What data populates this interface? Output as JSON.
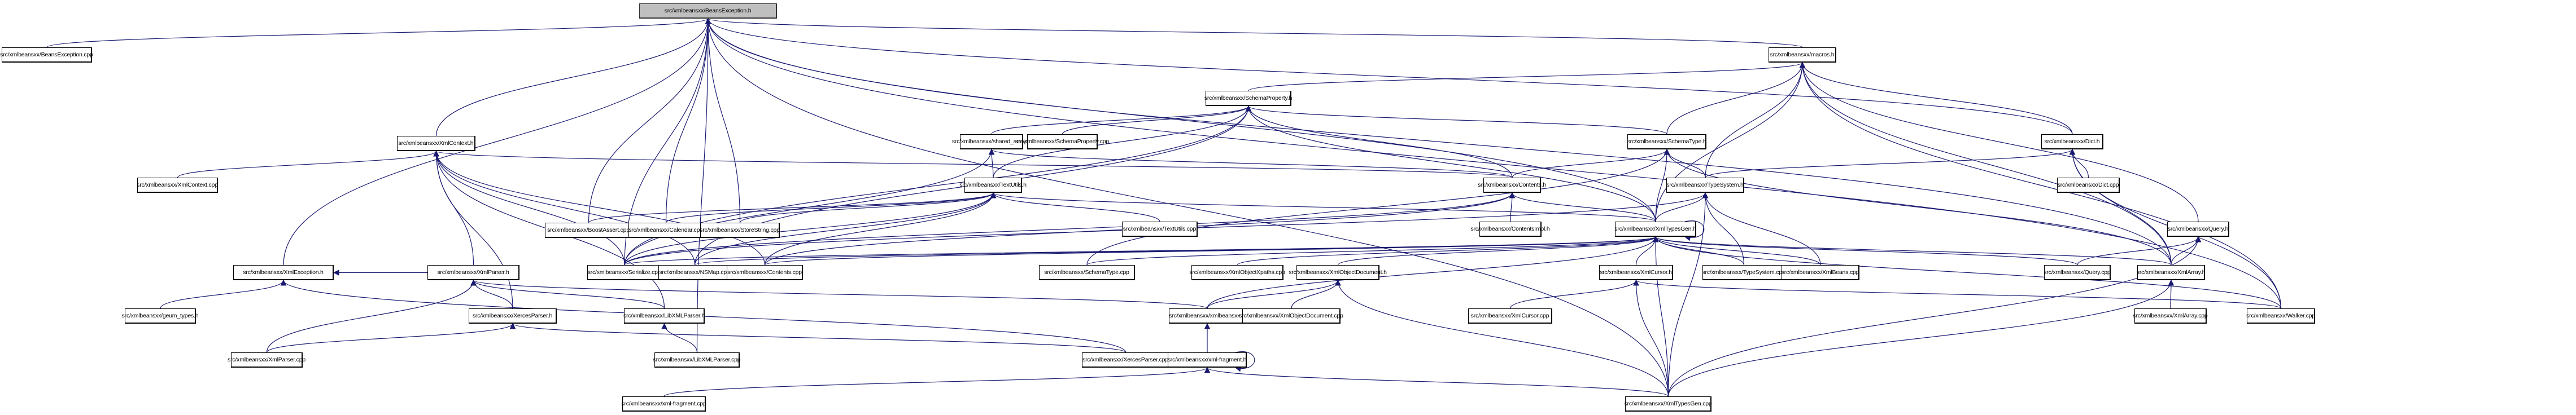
{
  "diagram": {
    "type": "include-dependency-graph",
    "root": "src/xmlbeansxx/BeansException.h",
    "colors": {
      "edge": "#191970",
      "root_fill": "#bfbfbf",
      "node_fill": "#ffffff",
      "node_border": "#000000"
    },
    "nodes": [
      {
        "id": "BeansException_h",
        "label": "src/xmlbeansxx/BeansException.h",
        "root": true
      },
      {
        "id": "BeansException_cpp",
        "label": "src/xmlbeansxx/BeansException.cpp"
      },
      {
        "id": "macros_h",
        "label": "src/xmlbeansxx/macros.h"
      },
      {
        "id": "SchemaProperty_h",
        "label": "src/xmlbeansxx/SchemaProperty.h"
      },
      {
        "id": "XmlContext_h",
        "label": "src/xmlbeansxx/XmlContext.h"
      },
      {
        "id": "shared_array_h",
        "label": "src/xmlbeansxx/shared_array.h"
      },
      {
        "id": "SchemaProperty_cpp",
        "label": "src/xmlbeansxx/SchemaProperty.cpp"
      },
      {
        "id": "SchemaType_h",
        "label": "src/xmlbeansxx/SchemaType.h"
      },
      {
        "id": "Dict_h",
        "label": "src/xmlbeansxx/Dict.h"
      },
      {
        "id": "XmlContext_cpp",
        "label": "src/xmlbeansxx/XmlContext.cpp"
      },
      {
        "id": "TextUtils_h",
        "label": "src/xmlbeansxx/TextUtils.h"
      },
      {
        "id": "Contents_h",
        "label": "src/xmlbeansxx/Contents.h"
      },
      {
        "id": "TypeSystem_h",
        "label": "src/xmlbeansxx/TypeSystem.h"
      },
      {
        "id": "Dict_cpp",
        "label": "src/xmlbeansxx/Dict.cpp"
      },
      {
        "id": "BoostAssert_cpp",
        "label": "src/xmlbeansxx/BoostAssert.cpp"
      },
      {
        "id": "Calendar_cpp",
        "label": "src/xmlbeansxx/Calendar.cpp"
      },
      {
        "id": "StoreString_cpp",
        "label": "src/xmlbeansxx/StoreString.cpp"
      },
      {
        "id": "TextUtils_cpp",
        "label": "src/xmlbeansxx/TextUtils.cpp"
      },
      {
        "id": "ContentsImpl_h",
        "label": "src/xmlbeansxx/ContentsImpl.h"
      },
      {
        "id": "XmlTypesGen_h",
        "label": "src/xmlbeansxx/XmlTypesGen.h"
      },
      {
        "id": "Query_h",
        "label": "src/xmlbeansxx/Query.h"
      },
      {
        "id": "XmlException_h",
        "label": "src/xmlbeansxx/XmlException.h"
      },
      {
        "id": "XmlParser_h",
        "label": "src/xmlbeansxx/XmlParser.h"
      },
      {
        "id": "Serialize_cpp",
        "label": "src/xmlbeansxx/Serialize.cpp"
      },
      {
        "id": "NSMap_cpp",
        "label": "src/xmlbeansxx/NSMap.cpp"
      },
      {
        "id": "Contents_cpp",
        "label": "src/xmlbeansxx/Contents.cpp"
      },
      {
        "id": "SchemaType_cpp",
        "label": "src/xmlbeansxx/SchemaType.cpp"
      },
      {
        "id": "XmlObjectXpaths_cpp",
        "label": "src/xmlbeansxx/XmlObjectXpaths.cpp"
      },
      {
        "id": "XmlObjectDocument_h",
        "label": "src/xmlbeansxx/XmlObjectDocument.h"
      },
      {
        "id": "XmlCursor_h",
        "label": "src/xmlbeansxx/XmlCursor.h"
      },
      {
        "id": "TypeSystem_cpp",
        "label": "src/xmlbeansxx/TypeSystem.cpp"
      },
      {
        "id": "XmlBeans_cpp",
        "label": "src/xmlbeansxx/XmlBeans.cpp"
      },
      {
        "id": "Query_cpp",
        "label": "src/xmlbeansxx/Query.cpp"
      },
      {
        "id": "XmlArray_h",
        "label": "src/xmlbeansxx/XmlArray.h"
      },
      {
        "id": "geum_types_h",
        "label": "src/xmlbeansxx/geum_types.h"
      },
      {
        "id": "XercesParser_h",
        "label": "src/xmlbeansxx/XercesParser.h"
      },
      {
        "id": "LibXMLParser_h",
        "label": "src/xmlbeansxx/LibXMLParser.h"
      },
      {
        "id": "xmlbeansxx_h",
        "label": "src/xmlbeansxx/xmlbeansxx.h"
      },
      {
        "id": "XmlObjectDocument_cpp",
        "label": "src/xmlbeansxx/XmlObjectDocument.cpp"
      },
      {
        "id": "XmlCursor_cpp",
        "label": "src/xmlbeansxx/XmlCursor.cpp"
      },
      {
        "id": "Walker_cpp",
        "label": "src/xmlbeansxx/Walker.cpp"
      },
      {
        "id": "XmlArray_cpp",
        "label": "src/xmlbeansxx/XmlArray.cpp"
      },
      {
        "id": "XmlParser_cpp",
        "label": "src/xmlbeansxx/XmlParser.cpp"
      },
      {
        "id": "LibXMLParser_cpp",
        "label": "src/xmlbeansxx/LibXMLParser.cpp"
      },
      {
        "id": "XercesParser_cpp",
        "label": "src/xmlbeansxx/XercesParser.cpp"
      },
      {
        "id": "xml_fragment_h",
        "label": "src/xmlbeansxx/xml-fragment.h"
      },
      {
        "id": "xml_fragment_cpp",
        "label": "src/xmlbeansxx/xml-fragment.cpp"
      },
      {
        "id": "XmlTypesGen_cpp",
        "label": "src/xmlbeansxx/XmlTypesGen.cpp"
      }
    ],
    "edges": [
      [
        "BeansException_cpp",
        "BeansException_h"
      ],
      [
        "macros_h",
        "BeansException_h"
      ],
      [
        "XmlContext_h",
        "BeansException_h"
      ],
      [
        "XmlException_h",
        "BeansException_h"
      ],
      [
        "BoostAssert_cpp",
        "BeansException_h"
      ],
      [
        "Calendar_cpp",
        "BeansException_h"
      ],
      [
        "StoreString_cpp",
        "BeansException_h"
      ],
      [
        "Serialize_cpp",
        "BeansException_h"
      ],
      [
        "XmlTypesGen_h",
        "BeansException_h"
      ],
      [
        "XmlArray_h",
        "BeansException_h"
      ],
      [
        "Walker_cpp",
        "BeansException_h"
      ],
      [
        "XmlTypesGen_cpp",
        "BeansException_h"
      ],
      [
        "Dict_h",
        "BeansException_h"
      ],
      [
        "LibXMLParser_cpp",
        "BeansException_h"
      ],
      [
        "SchemaProperty_h",
        "macros_h"
      ],
      [
        "SchemaType_h",
        "macros_h"
      ],
      [
        "TypeSystem_h",
        "macros_h"
      ],
      [
        "Dict_h",
        "macros_h"
      ],
      [
        "XmlTypesGen_h",
        "macros_h"
      ],
      [
        "Query_h",
        "macros_h"
      ],
      [
        "XmlArray_h",
        "macros_h"
      ],
      [
        "Walker_cpp",
        "macros_h"
      ],
      [
        "XmlContext_cpp",
        "XmlContext_h"
      ],
      [
        "XmlParser_h",
        "XmlContext_h"
      ],
      [
        "Serialize_cpp",
        "XmlContext_h"
      ],
      [
        "NSMap_cpp",
        "XmlContext_h"
      ],
      [
        "Contents_cpp",
        "XmlContext_h"
      ],
      [
        "XercesParser_h",
        "XmlContext_h"
      ],
      [
        "LibXMLParser_h",
        "XmlContext_h"
      ],
      [
        "Contents_h",
        "XmlContext_h"
      ],
      [
        "shared_array_h",
        "SchemaProperty_h"
      ],
      [
        "SchemaProperty_cpp",
        "SchemaProperty_h"
      ],
      [
        "SchemaType_h",
        "SchemaProperty_h"
      ],
      [
        "TextUtils_h",
        "SchemaProperty_h"
      ],
      [
        "Contents_h",
        "SchemaProperty_h"
      ],
      [
        "XmlTypesGen_h",
        "SchemaProperty_h"
      ],
      [
        "Serialize_cpp",
        "SchemaProperty_h"
      ],
      [
        "NSMap_cpp",
        "SchemaProperty_h"
      ],
      [
        "TextUtils_h",
        "shared_array_h"
      ],
      [
        "Contents_h",
        "shared_array_h"
      ],
      [
        "Serialize_cpp",
        "shared_array_h"
      ],
      [
        "TypeSystem_h",
        "SchemaType_h"
      ],
      [
        "XmlTypesGen_h",
        "SchemaType_h"
      ],
      [
        "Contents_h",
        "SchemaType_h"
      ],
      [
        "SchemaType_cpp",
        "SchemaType_h"
      ],
      [
        "XmlArray_h",
        "SchemaType_h"
      ],
      [
        "Dict_cpp",
        "Dict_h"
      ],
      [
        "XmlArray_h",
        "Dict_h"
      ],
      [
        "TypeSystem_h",
        "Dict_h"
      ],
      [
        "Walker_cpp",
        "Dict_h"
      ],
      [
        "BoostAssert_cpp",
        "TextUtils_h"
      ],
      [
        "Calendar_cpp",
        "TextUtils_h"
      ],
      [
        "StoreString_cpp",
        "TextUtils_h"
      ],
      [
        "Serialize_cpp",
        "TextUtils_h"
      ],
      [
        "NSMap_cpp",
        "TextUtils_h"
      ],
      [
        "Contents_cpp",
        "TextUtils_h"
      ],
      [
        "TextUtils_cpp",
        "TextUtils_h"
      ],
      [
        "XmlTypesGen_h",
        "TextUtils_h"
      ],
      [
        "ContentsImpl_h",
        "Contents_h"
      ],
      [
        "XmlTypesGen_h",
        "Contents_h"
      ],
      [
        "Contents_cpp",
        "Contents_h"
      ],
      [
        "Serialize_cpp",
        "Contents_h"
      ],
      [
        "XmlTypesGen_h",
        "TypeSystem_h"
      ],
      [
        "TypeSystem_cpp",
        "TypeSystem_h"
      ],
      [
        "Serialize_cpp",
        "TypeSystem_h"
      ],
      [
        "XmlBeans_cpp",
        "TypeSystem_h"
      ],
      [
        "XmlTypesGen_cpp",
        "TypeSystem_h"
      ],
      [
        "XmlTypesGen_h",
        "XmlTypesGen_h"
      ],
      [
        "XmlObjectDocument_h",
        "XmlTypesGen_h"
      ],
      [
        "XmlCursor_h",
        "XmlTypesGen_h"
      ],
      [
        "TypeSystem_cpp",
        "XmlTypesGen_h"
      ],
      [
        "XmlBeans_cpp",
        "XmlTypesGen_h"
      ],
      [
        "Query_cpp",
        "XmlTypesGen_h"
      ],
      [
        "XmlArray_h",
        "XmlTypesGen_h"
      ],
      [
        "XmlTypesGen_cpp",
        "XmlTypesGen_h"
      ],
      [
        "SchemaType_cpp",
        "XmlTypesGen_h"
      ],
      [
        "Serialize_cpp",
        "XmlTypesGen_h"
      ],
      [
        "NSMap_cpp",
        "XmlTypesGen_h"
      ],
      [
        "Contents_cpp",
        "XmlTypesGen_h"
      ],
      [
        "xmlbeansxx_h",
        "XmlTypesGen_h"
      ],
      [
        "XmlObjectXpaths_cpp",
        "XmlTypesGen_h"
      ],
      [
        "Walker_cpp",
        "XmlTypesGen_h"
      ],
      [
        "Query_cpp",
        "Query_h"
      ],
      [
        "XmlArray_h",
        "Query_h"
      ],
      [
        "XmlTypesGen_cpp",
        "Query_h"
      ],
      [
        "geum_types_h",
        "XmlException_h"
      ],
      [
        "XmlParser_h",
        "XmlException_h"
      ],
      [
        "XercesParser_cpp",
        "XmlException_h"
      ],
      [
        "XercesParser_h",
        "XmlParser_h"
      ],
      [
        "XmlParser_cpp",
        "XmlParser_h"
      ],
      [
        "LibXMLParser_h",
        "XmlParser_h"
      ],
      [
        "xmlbeansxx_h",
        "XmlParser_h"
      ],
      [
        "XmlObjectDocument_cpp",
        "XmlObjectDocument_h"
      ],
      [
        "xmlbeansxx_h",
        "XmlObjectDocument_h"
      ],
      [
        "XmlTypesGen_cpp",
        "XmlObjectDocument_h"
      ],
      [
        "XmlCursor_cpp",
        "XmlCursor_h"
      ],
      [
        "XmlTypesGen_cpp",
        "XmlCursor_h"
      ],
      [
        "Walker_cpp",
        "XmlCursor_h"
      ],
      [
        "XmlArray_cpp",
        "XmlArray_h"
      ],
      [
        "XmlTypesGen_cpp",
        "XmlArray_h"
      ],
      [
        "XmlParser_cpp",
        "XercesParser_h"
      ],
      [
        "XercesParser_cpp",
        "XercesParser_h"
      ],
      [
        "LibXMLParser_cpp",
        "LibXMLParser_h"
      ],
      [
        "xml_fragment_h",
        "xmlbeansxx_h"
      ],
      [
        "xml_fragment_h",
        "xml_fragment_h"
      ],
      [
        "xml_fragment_cpp",
        "xml_fragment_h"
      ],
      [
        "XmlTypesGen_cpp",
        "xml_fragment_h"
      ]
    ]
  }
}
